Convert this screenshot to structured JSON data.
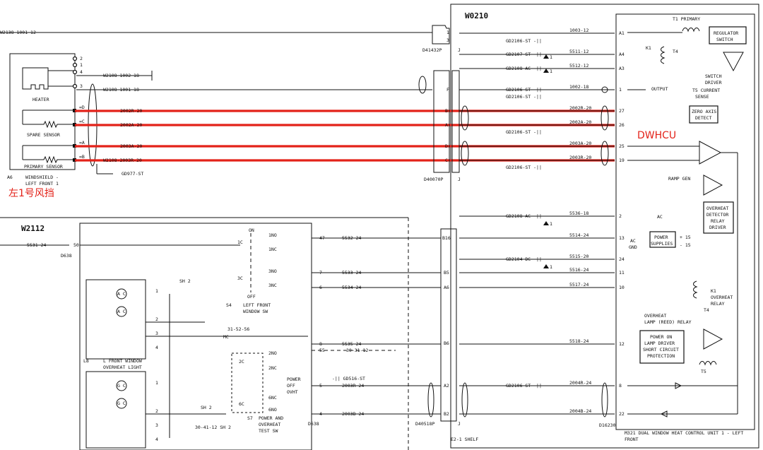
{
  "colors": {
    "highlight": "#e32219",
    "ink": "#111111",
    "annotation": "#e32219"
  },
  "units": {
    "w0210": "W0210",
    "w2112": "W2112",
    "dwhcu_note": "DWHCU",
    "windshield_note": "左1号风挡"
  },
  "windshield": {
    "ref": "A6",
    "name_line1": "WINDSHIELD -",
    "name_line2": "LEFT FRONT 1",
    "heater": "HEATER",
    "spare": "SPARE SENSOR",
    "primary": "PRIMARY SENSOR",
    "ground": "GD977-ST",
    "pins": [
      "2",
      "1",
      "4",
      "3",
      "=D",
      "=C",
      "=A",
      "=B"
    ]
  },
  "wires_left": [
    "W2138-1001-12",
    "W2108-1002-18",
    "W2108-1001-18",
    "2002R-20",
    "2002A-20",
    "2003A-20",
    "W2108-2003R-20"
  ],
  "connectors": {
    "d41432p": "D41432P",
    "d40070p": "D40070P",
    "d40518p": "D40518P",
    "d16230": "D16230",
    "d638": "D638",
    "d638b": "D638",
    "j": "J"
  },
  "conn_pins": [
    "1",
    "3",
    "F",
    "B",
    "A",
    "D",
    "C",
    "B16",
    "B5",
    "A6",
    "B6",
    "A2",
    "B2"
  ],
  "w0210_wires": [
    {
      "ref": "",
      "wire": "1003-12",
      "pin": "A1"
    },
    {
      "ref": "GD2106-ST",
      "wire": "",
      "pin": ""
    },
    {
      "ref": "GD2107-ST",
      "wire": "5511-12",
      "pin": "A4"
    },
    {
      "ref": "GD2108-AC",
      "wire": "5512-12",
      "pin": "A3"
    },
    {
      "ref": "GD2106-ST",
      "wire": "1002-18",
      "pin": "1"
    },
    {
      "ref": "GD2106-ST",
      "wire": "",
      "pin": ""
    },
    {
      "ref": "",
      "wire": "2002R-20",
      "pin": "27"
    },
    {
      "ref": "",
      "wire": "2002A-20",
      "pin": "26"
    },
    {
      "ref": "GD2106-ST",
      "wire": "",
      "pin": ""
    },
    {
      "ref": "",
      "wire": "2003A-20",
      "pin": "25"
    },
    {
      "ref": "",
      "wire": "2003R-20",
      "pin": "19"
    },
    {
      "ref": "GD2106-ST",
      "wire": "",
      "pin": ""
    },
    {
      "ref": "GD2108-AC",
      "wire": "5536-18",
      "pin": "2"
    },
    {
      "ref": "",
      "wire": "5514-24",
      "pin": "13"
    },
    {
      "ref": "GD2104-DC",
      "wire": "5515-20",
      "pin": "24"
    },
    {
      "ref": "",
      "wire": "5516-24",
      "pin": "11"
    },
    {
      "ref": "",
      "wire": "5517-24",
      "pin": "10"
    },
    {
      "ref": "",
      "wire": "5518-24",
      "pin": "12"
    },
    {
      "ref": "GD2106-ST",
      "wire": "2004R-24",
      "pin": "8"
    },
    {
      "ref": "",
      "wire": "2004B-24",
      "pin": "22"
    }
  ],
  "w2112_wires": [
    "5531-24",
    "5532-24",
    "5533-24",
    "5534-24",
    "5535-24",
    "30-31-12",
    "GD516-ST",
    "2003R-24",
    "2003B-24"
  ],
  "w2112_pins": [
    "50",
    "47",
    "7",
    "6",
    "8",
    "55",
    "5",
    "4"
  ],
  "switch_s4": {
    "on": "ON",
    "off": "OFF",
    "c1": "1C",
    "no1": "1NO",
    "nc1": "1NC",
    "c3": "3C",
    "no3": "3NO",
    "nc3": "3NC",
    "ref": "S4",
    "name_line1": "LEFT FRONT",
    "name_line2": "WINDOW SW",
    "mc": "MC",
    "mc_ref": "31-52-56",
    "sh2": "SH 2"
  },
  "switch_s7": {
    "c2": "2C",
    "no2": "2NO",
    "nc2": "2NC",
    "c6": "6C",
    "no6": "6NO",
    "nc6": "6NC",
    "power": "POWER",
    "off": "OFF",
    "ovht": "OVHT",
    "ref": "S7",
    "name_line1": "POWER AND",
    "name_line2": "OVERHEAT",
    "name_line3": "TEST SW",
    "sh2_ref": "30-41-12 SH 2",
    "sh2": "SH 2"
  },
  "light_l8": {
    "ref": "L8",
    "name_line1": "L FRONT WINDOW",
    "name_line2": "OVERHEAT LIGHT",
    "ac": "A C",
    "gc": "G C",
    "pins": [
      "1",
      "2",
      "3",
      "4"
    ]
  },
  "m321": {
    "t1": "T1 PRIMARY",
    "k1": "K1",
    "t4": "T4",
    "regulator_line1": "REGULATOR",
    "regulator_line2": "SWITCH",
    "switch_driver_line1": "SWITCH",
    "switch_driver_line2": "DRIVER",
    "output": "OUTPUT",
    "t5_line1": "T5 CURRENT",
    "t5_line2": "SENSE",
    "zero_line1": "ZERO AXIS",
    "zero_line2": "DETECT",
    "ramp": "RAMP GEN",
    "ac_label": "AC",
    "overheat_det": [
      "OVERHEAT",
      "DETECTOR",
      "RELAY",
      "DRIVER"
    ],
    "ps_line1": "POWER",
    "ps_line2": "SUPPLIES",
    "ac_gnd_line1": "AC",
    "ac_gnd_line2": "GND",
    "p15": "+ 15",
    "m15": "- 15",
    "k1_relay": [
      "K1",
      "OVERHEAT",
      "RELAY"
    ],
    "t4b": "T4",
    "lamp_relay_line1": "OVERHEAT",
    "lamp_relay_line2": "LAMP (REED) RELAY",
    "lamp_driver": [
      "POWER ON",
      "LAMP DRIVER",
      "SHORT CIRCUIT",
      "PROTECTION"
    ],
    "t5": "T5",
    "title_line1": "M321  DUAL WINDOW HEAT CONTROL UNIT 1 - LEFT",
    "title_line2": "FRONT"
  },
  "shelf": "E2-1  SHELF",
  "marks": [
    "1",
    "1",
    "1",
    "1",
    "1"
  ]
}
